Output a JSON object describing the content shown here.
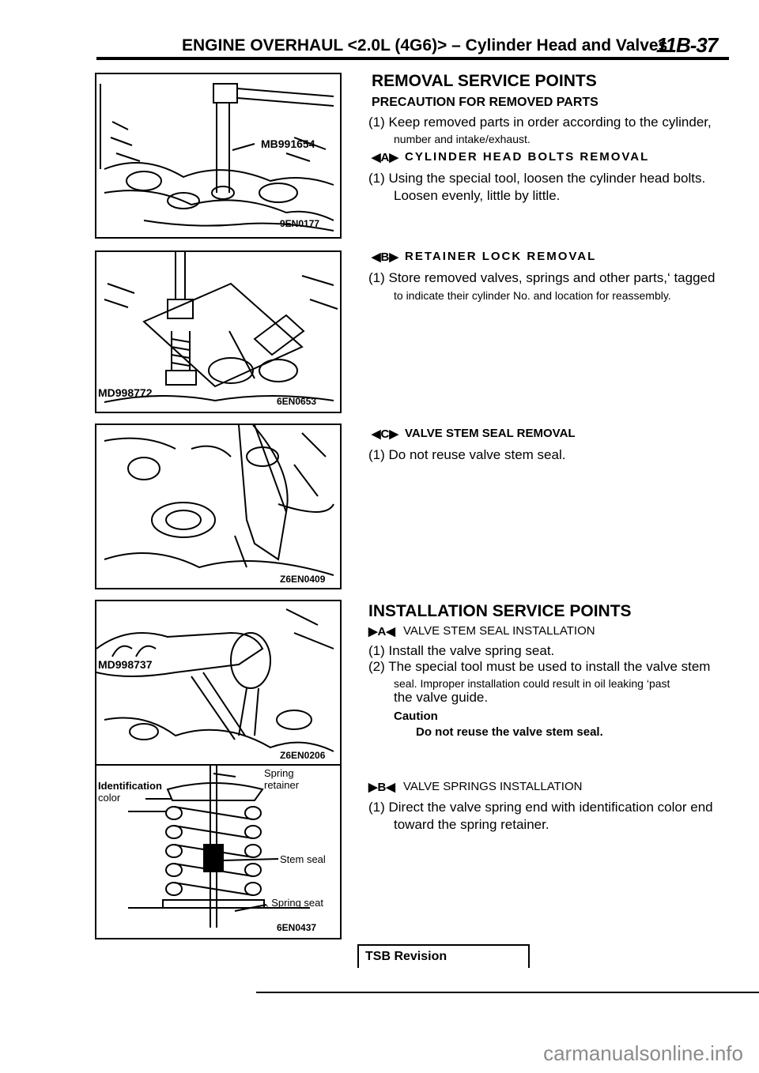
{
  "header": {
    "title": "ENGINE OVERHAUL <2.0L (4G6)> – Cylinder Head and Valves",
    "page_code": "11B-37"
  },
  "figures": {
    "fig1": {
      "tool": "MB991654",
      "code": "9EN0177"
    },
    "fig2": {
      "tool": "MD998772",
      "code": "6EN0653"
    },
    "fig3": {
      "code": "Z6EN0409"
    },
    "fig4": {
      "tool": "MD998737",
      "code": "Z6EN0206"
    },
    "fig5": {
      "code": "6EN0437",
      "labels": {
        "spring_retainer_1": "Spring",
        "spring_retainer_2": "retainer",
        "identification_1": "Identification",
        "identification_2": "color",
        "stem_seal": "Stem seal",
        "spring_seat": ", Spring seat"
      }
    }
  },
  "removal": {
    "title": "REMOVAL SERVICE POINTS",
    "precaution_title": "PRECAUTION FOR REMOVED PARTS",
    "precaution_1a": "(1) Keep removed parts in order according to the cylinder,",
    "precaution_1b": "number and intake/exhaust.",
    "a_marker": "◀A▶",
    "a_title": "CYLINDER HEAD BOLTS REMOVAL",
    "a_1a": "(1) Using the special tool, loosen the cylinder head bolts.",
    "a_1b": "Loosen evenly, little by little.",
    "b_marker": "◀B▶",
    "b_title": "RETAINER LOCK REMOVAL",
    "b_1a": "(1) Store removed valves, springs and other parts,‘ tagged",
    "b_1b": "to indicate their cylinder No. and location for reassembly.",
    "c_marker": "◀C▶",
    "c_title": "VALVE STEM SEAL REMOVAL",
    "c_1": "(1) Do not reuse valve stem seal."
  },
  "installation": {
    "title": "INSTALLATION SERVICE POINTS",
    "a_marker": "▶A◀",
    "a_title": "VALVE STEM SEAL INSTALLATION",
    "a_1": "(1) Install the valve spring seat.",
    "a_2a": "(2) The special tool must be used to install the valve stem",
    "a_2b": "seal. Improper installation could result in oil leaking ‘past",
    "a_2c": "the valve guide.",
    "caution_label": "Caution",
    "caution_text": "Do not reuse the valve stem seal.",
    "b_marker": "▶B◀",
    "b_title": "VALVE SPRINGS INSTALLATION",
    "b_1a": "(1) Direct the valve spring end with identification color end",
    "b_1b": "toward the spring retainer."
  },
  "footer": {
    "tsb": "TSB Revision",
    "watermark": "carmanualsonline.info"
  }
}
